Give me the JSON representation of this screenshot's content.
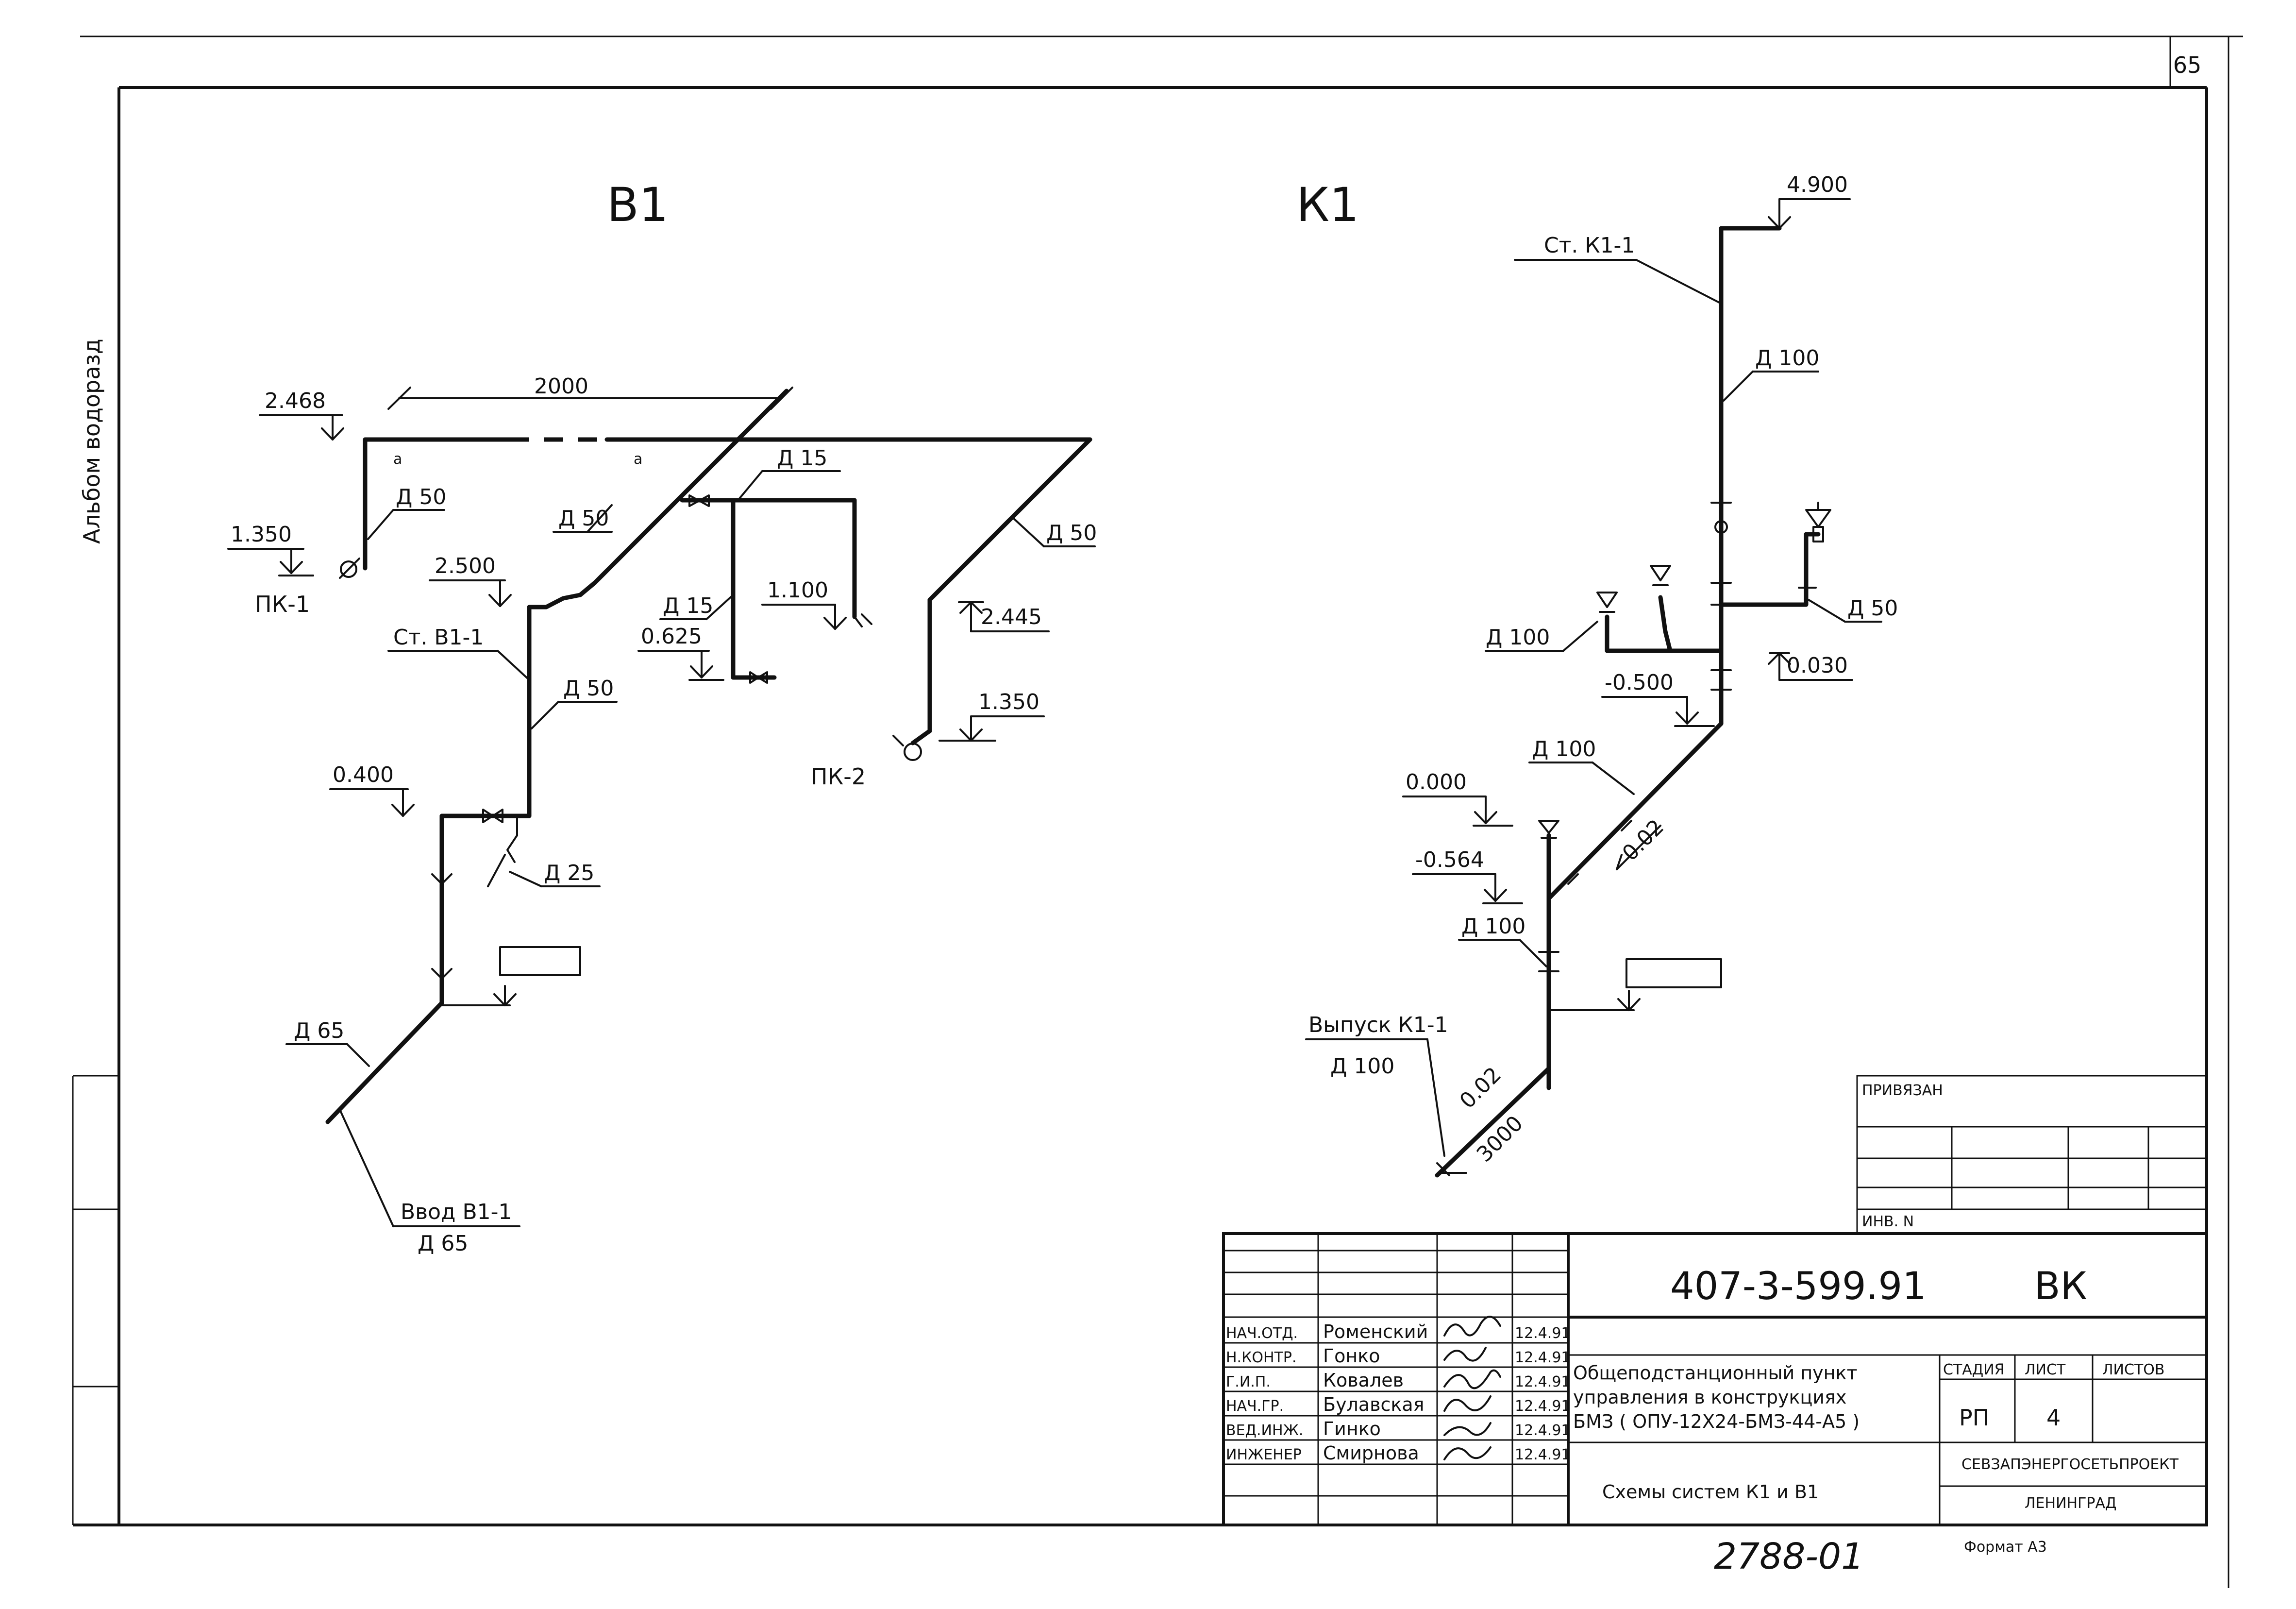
{
  "sheet": {
    "page_number": "65",
    "handwritten_number": "2788-01",
    "format": "Формат A3"
  },
  "side_stamp": {
    "text": "Альбом водоразд"
  },
  "scheme_b1": {
    "title": "В1",
    "dimension": "2000",
    "levels": [
      "2.468",
      "1.350",
      "2.500",
      "1.100",
      "0.625",
      "2.445",
      "1.350",
      "0.400"
    ],
    "diameters": [
      "Д 50",
      "Д 50",
      "Д 15",
      "Д 50",
      "Д 15",
      "Д 50",
      "Д 25",
      "Д 65"
    ],
    "riser": "Ст. В1-1",
    "hydrants": [
      "ПК-1",
      "ПК-2"
    ],
    "inlet": "Ввод В1-1",
    "inlet_diameter": "Д 65",
    "valve_marks": [
      "а",
      "а"
    ]
  },
  "scheme_k1": {
    "title": "К1",
    "levels": [
      "4.900",
      "0.030",
      "-0.500",
      "0.000",
      "-0.564"
    ],
    "riser": "Ст. К1-1",
    "diameters": [
      "Д 100",
      "Д 50",
      "Д 100",
      "Д 100",
      "Д 100"
    ],
    "slopes": [
      "0.02",
      "0.02"
    ],
    "dimension": "3000",
    "outlet": "Выпуск К1-1",
    "outlet_diameter": "Д 100"
  },
  "binding_box": {
    "title": "ПРИВЯЗАН",
    "inv": "ИНВ. N"
  },
  "title_block": {
    "code": "407-3-599.91",
    "mark": "ВК",
    "roles": [
      "НАЧ.ОТД.",
      "Н.КОНТР.",
      "Г.И.П.",
      "НАЧ.ГР.",
      "ВЕД.ИНЖ.",
      "ИНЖЕНЕР"
    ],
    "names": [
      "Роменский",
      "Гонко",
      "Ковалев",
      "Булавская",
      "Гинко",
      "Смирнова"
    ],
    "dates": [
      "12.4.91",
      "12.4.91",
      "12.4.91",
      "12.4.91",
      "12.4.91",
      "12.4.91"
    ],
    "description": [
      "Общеподстанционный пункт",
      "управления в конструкциях",
      "БМЗ ( ОПУ-12Х24-БМЗ-44-А5 )"
    ],
    "sheet_title": "Схемы систем К1 и В1",
    "stage_header": "СТАДИЯ",
    "sheet_header": "ЛИСТ",
    "sheets_header": "ЛИСТОВ",
    "stage": "РП",
    "sheet_no": "4",
    "sheets": "",
    "org": "СЕВЗАПЭНЕРГОСЕТЬПРОЕКТ",
    "city": "ЛЕНИНГРАД"
  }
}
